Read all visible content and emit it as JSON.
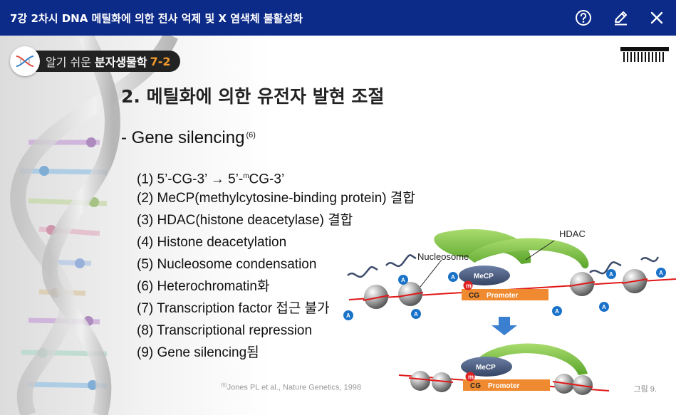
{
  "topbar": {
    "title": "7강 2차시 DNA 메틸화에 의한 전사 억제 및 X 염색체 불활성화",
    "help_icon": "question-circle-icon",
    "edit_icon": "pencil-icon",
    "close_icon": "close-icon",
    "bg_color": "#0c2a88"
  },
  "course": {
    "prefix": "알기 쉬운",
    "name": "분자생물학",
    "number": "7-2",
    "number_color": "#f29a2e"
  },
  "heading": "2. 메틸화에 의한 유전자 발현 조절",
  "subheading": "- Gene silencing",
  "subheading_ref": "(6)",
  "steps": [
    {
      "pre": "(1) 5’-CG-3’ → 5’-",
      "sup": "m",
      "post": "CG-3’"
    },
    {
      "text": "(2) MeCP(methylcytosine-binding protein) 결합"
    },
    {
      "text": "(3) HDAC(histone deacetylase) 결합"
    },
    {
      "text": "(4) Histone deacetylation"
    },
    {
      "text": "(5) Nucleosome condensation"
    },
    {
      "text": "(6) Heterochromatin화"
    },
    {
      "text": "(7) Transcription factor 접근 불가"
    },
    {
      "text": "(8) Transcriptional repression"
    },
    {
      "text": "(9) Gene silencing됨"
    }
  ],
  "diagram": {
    "label_hdac": "HDAC",
    "label_nucleosome": "Nucleosome",
    "label_mecp": "MeCP",
    "label_m": "m",
    "label_cg": "CG",
    "label_promoter": "Promoter",
    "label_a": "A",
    "colors": {
      "hdac": "#7dc142",
      "mecp": "#4a5a7a",
      "promoter": "#f08a30",
      "acetyl": "#1a73c8",
      "dna": "#e01818",
      "arrow": "#3b7fd0"
    }
  },
  "citation": {
    "ref": "(6)",
    "text": "Jones PL et al., Nature Genetics, 1998"
  },
  "figure_label": "그림 9."
}
